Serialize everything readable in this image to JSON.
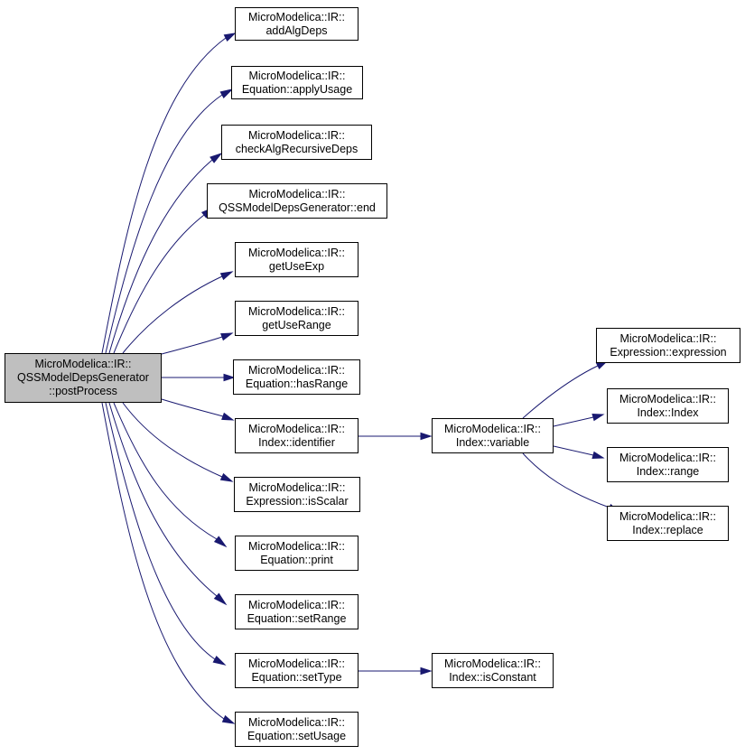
{
  "colors": {
    "edge": "#191970",
    "root_fill": "#bfbfbf",
    "node_fill": "#ffffff",
    "border": "#000000"
  },
  "nodes": {
    "root": [
      "MicroModelica::IR::",
      "QSSModelDepsGenerator",
      "::postProcess"
    ],
    "addAlgDeps": [
      "MicroModelica::IR::",
      "addAlgDeps"
    ],
    "applyUsage": [
      "MicroModelica::IR::",
      "Equation::applyUsage"
    ],
    "checkAlg": [
      "MicroModelica::IR::",
      "checkAlgRecursiveDeps"
    ],
    "end": [
      "MicroModelica::IR::",
      "QSSModelDepsGenerator::end"
    ],
    "getUseExp": [
      "MicroModelica::IR::",
      "getUseExp"
    ],
    "getUseRange": [
      "MicroModelica::IR::",
      "getUseRange"
    ],
    "hasRange": [
      "MicroModelica::IR::",
      "Equation::hasRange"
    ],
    "identifier": [
      "MicroModelica::IR::",
      "Index::identifier"
    ],
    "isScalar": [
      "MicroModelica::IR::",
      "Expression::isScalar"
    ],
    "print": [
      "MicroModelica::IR::",
      "Equation::print"
    ],
    "setRange": [
      "MicroModelica::IR::",
      "Equation::setRange"
    ],
    "setType": [
      "MicroModelica::IR::",
      "Equation::setType"
    ],
    "setUsage": [
      "MicroModelica::IR::",
      "Equation::setUsage"
    ],
    "variable": [
      "MicroModelica::IR::",
      "Index::variable"
    ],
    "isConstant": [
      "MicroModelica::IR::",
      "Index::isConstant"
    ],
    "expression": [
      "MicroModelica::IR::",
      "Expression::expression"
    ],
    "index": [
      "MicroModelica::IR::",
      "Index::Index"
    ],
    "range": [
      "MicroModelica::IR::",
      "Index::range"
    ],
    "replace": [
      "MicroModelica::IR::",
      "Index::replace"
    ]
  },
  "edges": [
    [
      "root",
      "addAlgDeps"
    ],
    [
      "root",
      "applyUsage"
    ],
    [
      "root",
      "checkAlg"
    ],
    [
      "root",
      "end"
    ],
    [
      "root",
      "getUseExp"
    ],
    [
      "root",
      "getUseRange"
    ],
    [
      "root",
      "hasRange"
    ],
    [
      "root",
      "identifier"
    ],
    [
      "root",
      "isScalar"
    ],
    [
      "root",
      "print"
    ],
    [
      "root",
      "setRange"
    ],
    [
      "root",
      "setType"
    ],
    [
      "root",
      "setUsage"
    ],
    [
      "identifier",
      "variable"
    ],
    [
      "setType",
      "isConstant"
    ],
    [
      "variable",
      "expression"
    ],
    [
      "variable",
      "index"
    ],
    [
      "variable",
      "range"
    ],
    [
      "variable",
      "replace"
    ]
  ]
}
